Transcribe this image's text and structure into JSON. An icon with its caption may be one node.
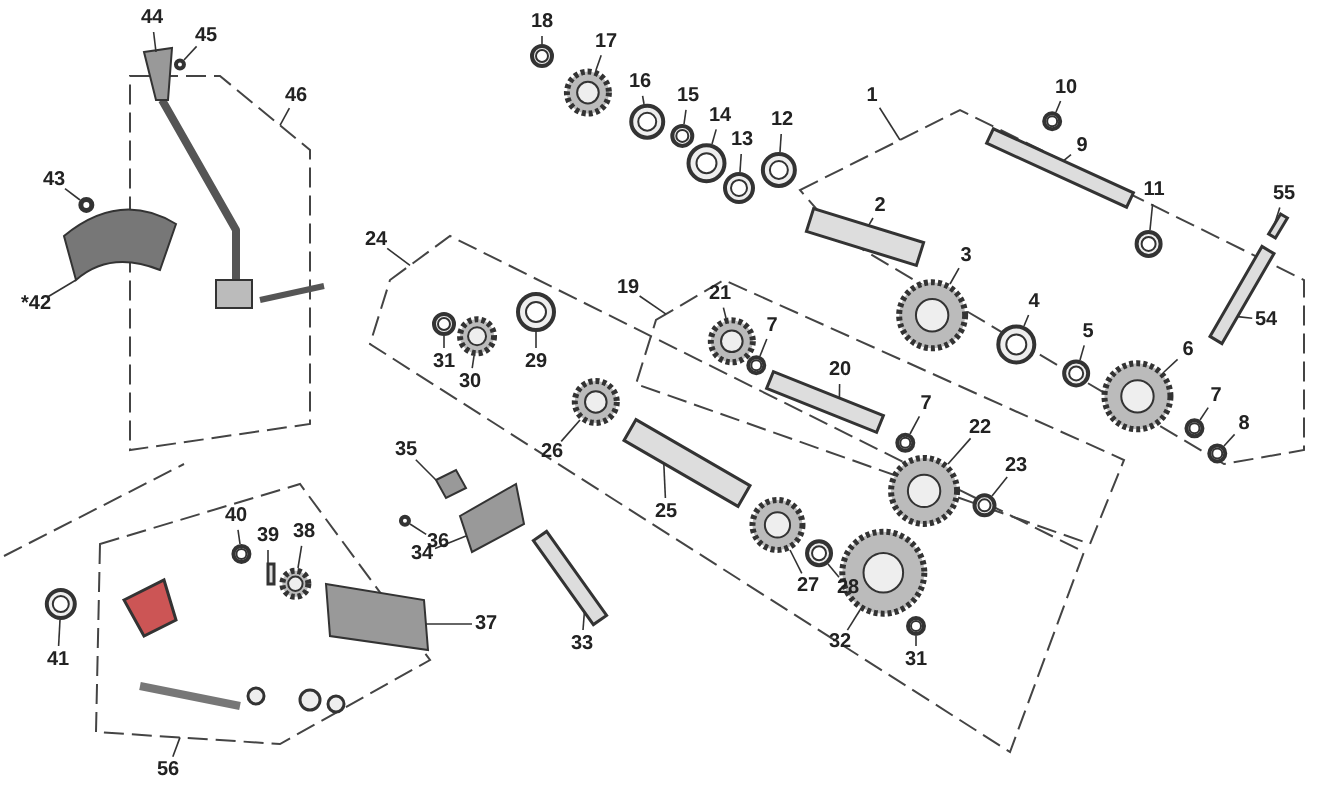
{
  "diagram": {
    "nodes": [
      {
        "text": [
          "44"
        ]
      },
      {
        "text": [
          "45"
        ]
      },
      {
        "text": [
          "46"
        ]
      },
      {
        "text": [
          "18"
        ]
      },
      {
        "text": [
          "17"
        ]
      },
      {
        "text": [
          "16"
        ]
      },
      {
        "text": [
          "15"
        ]
      },
      {
        "text": [
          "14"
        ]
      },
      {
        "text": [
          "13"
        ]
      },
      {
        "text": [
          "12"
        ]
      },
      {
        "text": [
          "1"
        ]
      },
      {
        "text": [
          "10"
        ]
      },
      {
        "text": [
          "9"
        ]
      },
      {
        "text": [
          "11"
        ]
      },
      {
        "text": [
          "55"
        ]
      },
      {
        "text": [
          "2"
        ]
      },
      {
        "text": [
          "3"
        ]
      },
      {
        "text": [
          "4"
        ]
      },
      {
        "text": [
          "5"
        ]
      },
      {
        "text": [
          "6"
        ]
      },
      {
        "text": [
          "54"
        ]
      },
      {
        "text": [
          "43"
        ]
      },
      {
        "text": [
          "*42"
        ]
      },
      {
        "text": [
          "24"
        ]
      },
      {
        "text": [
          "19"
        ]
      },
      {
        "text": [
          "21"
        ]
      },
      {
        "text": [
          "7"
        ]
      },
      {
        "text": [
          "20"
        ]
      },
      {
        "text": [
          "7"
        ]
      },
      {
        "text": [
          "22"
        ]
      },
      {
        "text": [
          "23"
        ]
      },
      {
        "text": [
          "7"
        ]
      },
      {
        "text": [
          "8"
        ]
      },
      {
        "text": [
          "31"
        ]
      },
      {
        "text": [
          "30"
        ]
      },
      {
        "text": [
          "29"
        ]
      },
      {
        "text": [
          "26"
        ]
      },
      {
        "text": [
          "35"
        ]
      },
      {
        "text": [
          "25"
        ]
      },
      {
        "text": [
          "40"
        ]
      },
      {
        "text": [
          "39"
        ]
      },
      {
        "text": [
          "38"
        ]
      },
      {
        "text": [
          "36"
        ]
      },
      {
        "text": [
          "34"
        ]
      },
      {
        "text": [
          "27"
        ]
      },
      {
        "text": [
          "28"
        ]
      },
      {
        "text": [
          "37"
        ]
      },
      {
        "text": [
          "33"
        ]
      },
      {
        "text": [
          "32"
        ]
      },
      {
        "text": [
          "31"
        ]
      },
      {
        "text": [
          "41"
        ]
      },
      {
        "text": [
          "56"
        ]
      },
      {
        "text": [],
        "shape": "box"
      },
      {
        "text": [],
        "shape": "circle"
      },
      {
        "text": [],
        "shape": "circle"
      },
      {
        "text": [],
        "shape": "circle"
      },
      {
        "text": [],
        "shape": "circle"
      },
      {
        "text": [],
        "shape": "circle"
      },
      {
        "text": [],
        "shape": "circle"
      },
      {
        "text": [],
        "shape": "circle"
      },
      {
        "text": [],
        "shape": "circle"
      },
      {
        "text": [],
        "shape": "circle"
      },
      {
        "text": [],
        "shape": "bar"
      },
      {
        "text": [],
        "shape": "circle"
      },
      {
        "text": [],
        "shape": "bar"
      },
      {
        "text": [],
        "shape": "bar"
      },
      {
        "text": [],
        "shape": "circle"
      },
      {
        "text": [],
        "shape": "circle"
      },
      {
        "text": [],
        "shape": "circle"
      },
      {
        "text": [],
        "shape": "circle"
      },
      {
        "text": [],
        "shape": "bar"
      },
      {
        "text": [],
        "shape": "circle"
      },
      {
        "text": [],
        "shape": "box"
      },
      {
        "text": [],
        "shape": "circle"
      },
      {
        "text": [],
        "shape": "circle"
      },
      {
        "text": [],
        "shape": "bar"
      },
      {
        "text": [],
        "shape": "circle"
      },
      {
        "text": [],
        "shape": "circle"
      },
      {
        "text": [],
        "shape": "circle"
      },
      {
        "text": [],
        "shape": "circle"
      },
      {
        "text": [],
        "shape": "circle"
      },
      {
        "text": [],
        "shape": "circle"
      },
      {
        "text": [],
        "shape": "circle"
      },
      {
        "text": [],
        "shape": "circle"
      },
      {
        "text": [],
        "shape": "circle"
      },
      {
        "text": [],
        "shape": "box"
      },
      {
        "text": [],
        "shape": "bar"
      },
      {
        "text": [],
        "shape": "circle"
      },
      {
        "text": [],
        "shape": "bar"
      },
      {
        "text": [],
        "shape": "circle"
      },
      {
        "text": [],
        "shape": "circle"
      },
      {
        "text": [],
        "shape": "box"
      },
      {
        "text": [],
        "shape": "circle"
      },
      {
        "text": [],
        "shape": "circle"
      },
      {
        "text": [],
        "shape": "cylinder"
      },
      {
        "text": [],
        "shape": "bar"
      },
      {
        "text": [],
        "shape": "circle"
      },
      {
        "text": [],
        "shape": "circle"
      },
      {
        "text": [],
        "shape": "circle"
      }
    ],
    "edges": [
      {
        "from": 0,
        "to": 52,
        "arrow": "none"
      },
      {
        "from": 1,
        "to": 53,
        "arrow": "none"
      },
      {
        "from": 2,
        "to": null,
        "arrow": "none"
      },
      {
        "from": 3,
        "to": 54,
        "arrow": "none"
      },
      {
        "from": 4,
        "to": 55,
        "arrow": "none"
      },
      {
        "from": 5,
        "to": 56,
        "arrow": "none"
      },
      {
        "from": 6,
        "to": 57,
        "arrow": "none"
      },
      {
        "from": 7,
        "to": 58,
        "arrow": "none"
      },
      {
        "from": 8,
        "to": 59,
        "arrow": "none"
      },
      {
        "from": 9,
        "to": 60,
        "arrow": "none"
      },
      {
        "from": 10,
        "to": null,
        "arrow": "none"
      },
      {
        "from": 11,
        "to": 61,
        "arrow": "none"
      },
      {
        "from": 12,
        "to": 62,
        "arrow": "none"
      },
      {
        "from": 13,
        "to": 63,
        "arrow": "none"
      },
      {
        "from": 14,
        "to": 64,
        "arrow": "none"
      },
      {
        "from": 15,
        "to": 65,
        "arrow": "none"
      },
      {
        "from": 16,
        "to": 66,
        "arrow": "none"
      },
      {
        "from": 17,
        "to": 67,
        "arrow": "none"
      },
      {
        "from": 18,
        "to": 68,
        "arrow": "none"
      },
      {
        "from": 19,
        "to": 69,
        "arrow": "none"
      },
      {
        "from": 20,
        "to": 70,
        "arrow": "none"
      },
      {
        "from": 21,
        "to": 71,
        "arrow": "none"
      },
      {
        "from": 22,
        "to": 72,
        "arrow": "none"
      },
      {
        "from": 23,
        "to": null,
        "arrow": "none"
      },
      {
        "from": 24,
        "to": null,
        "arrow": "none"
      },
      {
        "from": 25,
        "to": 73,
        "arrow": "none"
      },
      {
        "from": 26,
        "to": 74,
        "arrow": "none"
      },
      {
        "from": 27,
        "to": 75,
        "arrow": "none"
      },
      {
        "from": 28,
        "to": 76,
        "arrow": "none"
      },
      {
        "from": 29,
        "to": 77,
        "arrow": "none"
      },
      {
        "from": 30,
        "to": 78,
        "arrow": "none"
      },
      {
        "from": 31,
        "to": 79,
        "arrow": "none"
      },
      {
        "from": 32,
        "to": 80,
        "arrow": "none"
      },
      {
        "from": 33,
        "to": 81,
        "arrow": "none"
      },
      {
        "from": 34,
        "to": 82,
        "arrow": "none"
      },
      {
        "from": 35,
        "to": 83,
        "arrow": "none"
      },
      {
        "from": 36,
        "to": 84,
        "arrow": "none"
      },
      {
        "from": 37,
        "to": 85,
        "arrow": "none"
      },
      {
        "from": 38,
        "to": 86,
        "arrow": "none"
      },
      {
        "from": 39,
        "to": 87,
        "arrow": "none"
      },
      {
        "from": 40,
        "to": 88,
        "arrow": "none"
      },
      {
        "from": 41,
        "to": 89,
        "arrow": "none"
      },
      {
        "from": 42,
        "to": 90,
        "arrow": "none"
      },
      {
        "from": 43,
        "to": 91,
        "arrow": "none"
      },
      {
        "from": 44,
        "to": 92,
        "arrow": "none"
      },
      {
        "from": 45,
        "to": 93,
        "arrow": "none"
      },
      {
        "from": 46,
        "to": 94,
        "arrow": "none"
      },
      {
        "from": 47,
        "to": 95,
        "arrow": "none"
      },
      {
        "from": 48,
        "to": 96,
        "arrow": "none"
      },
      {
        "from": 49,
        "to": 97,
        "arrow": "none"
      },
      {
        "from": 50,
        "to": 98,
        "arrow": "none"
      },
      {
        "from": 51,
        "to": null,
        "arrow": "none"
      }
    ]
  }
}
